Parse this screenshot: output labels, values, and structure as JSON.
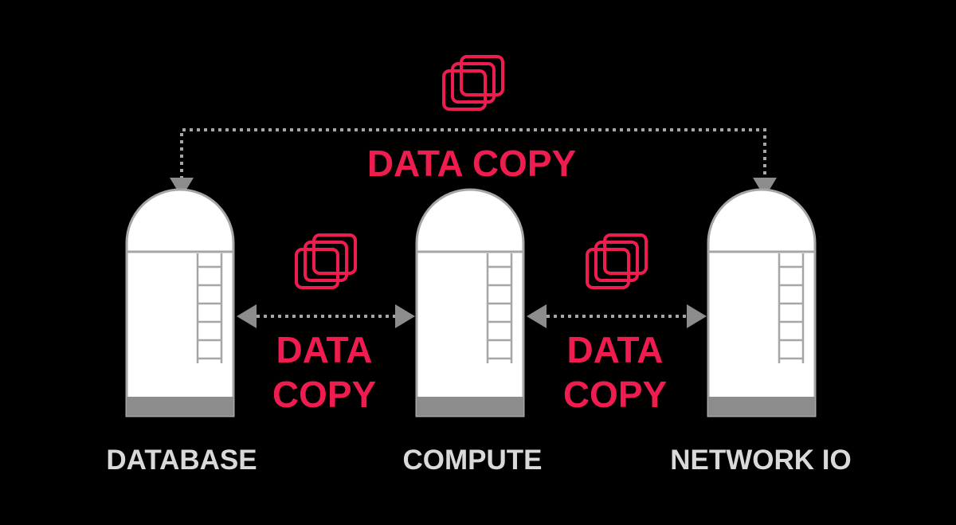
{
  "colors": {
    "background": "#000000",
    "accent": "#ef1d4f",
    "silo": "#ffffff",
    "silo_outline": "#a6a6a6",
    "arrow": "#8c8c8c",
    "label": "#d9d9d9"
  },
  "silos": [
    {
      "label": "DATABASE"
    },
    {
      "label": "COMPUTE"
    },
    {
      "label": "NETWORK IO"
    }
  ],
  "connections": {
    "top": {
      "label": "DATA COPY",
      "icon": "copy-icon"
    },
    "left": {
      "label_line1": "DATA",
      "label_line2": "COPY",
      "icon": "copy-icon"
    },
    "right": {
      "label_line1": "DATA",
      "label_line2": "COPY",
      "icon": "copy-icon"
    }
  }
}
